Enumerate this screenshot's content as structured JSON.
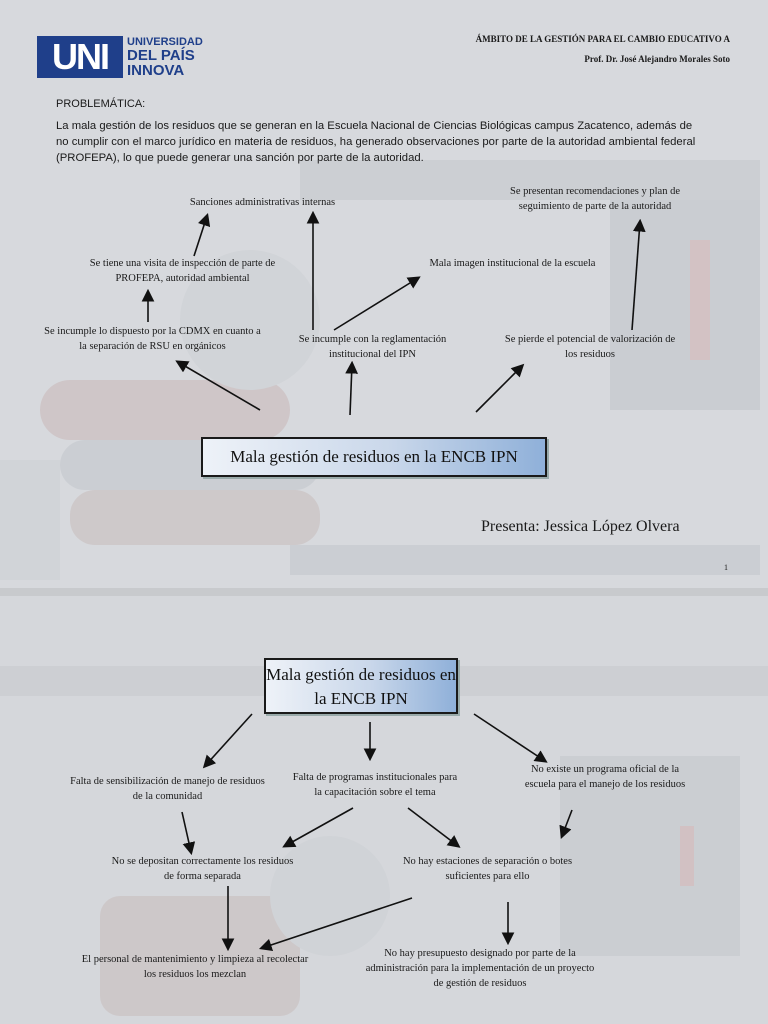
{
  "logo": {
    "mark": "UNI",
    "line1": "UNIVERSIDAD",
    "line2": "DEL PAÍS",
    "line3": "INNOVA"
  },
  "header": {
    "line1": "ÁMBITO DE LA GESTIÓN PARA EL CAMBIO EDUCATIVO A",
    "line2": "Prof. Dr. José Alejandro Morales Soto"
  },
  "problem": {
    "title": "PROBLEMÁTICA:",
    "text": "La mala gestión de los residuos que se generan en la Escuela Nacional de Ciencias Biológicas campus Zacatenco, además de no cumplir con el marco jurídico en materia de residuos, ha generado observaciones por parte de la autoridad ambiental federal (PROFEPA), lo que puede generar una sanción por parte de la autoridad."
  },
  "map1": {
    "center": "Mala gestión de residuos en la ENCB IPN",
    "sanciones": "Sanciones administrativas internas",
    "recomendaciones": "Se presentan recomendaciones y plan de seguimiento de parte de la autoridad",
    "visita": "Se tiene una visita de inspección de parte de PROFEPA, autoridad ambiental",
    "imagen": "Mala imagen institucional de la escuela",
    "cdmx": "Se incumple lo dispuesto por la CDMX en cuanto a la separación de RSU en orgánicos",
    "reglamentacion": "Se incumple con la reglamentación institucional del IPN",
    "potencial": "Se pierde el potencial de valorización de los residuos"
  },
  "presenta": "Presenta: Jessica López Olvera",
  "page_number": "1",
  "map2": {
    "center": "Mala gestión de residuos en la ENCB IPN",
    "sensibilizacion": "Falta de sensibilización de manejo de residuos de la comunidad",
    "programas": "Falta de programas institucionales para la capacitación sobre el tema",
    "programa_oficial": "No existe un programa oficial de la escuela para el manejo de los residuos",
    "depositan": "No se depositan correctamente los residuos de forma separada",
    "estaciones": "No hay estaciones de separación o botes suficientes para ello",
    "personal": "El personal de mantenimiento y limpieza al recolectar los residuos los mezclan",
    "presupuesto": "No hay presupuesto designado por parte de la administración para la implementación de un proyecto de gestión de residuos"
  }
}
